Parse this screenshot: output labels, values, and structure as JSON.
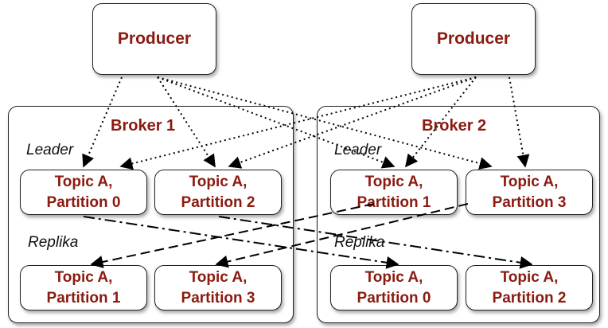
{
  "producers": [
    {
      "label": "Producer"
    },
    {
      "label": "Producer"
    }
  ],
  "brokers": [
    {
      "title": "Broker 1",
      "leader_label": "Leader",
      "replica_label": "Replika",
      "leader_partitions": [
        "Topic A,\nPartition 0",
        "Topic A,\nPartition 2"
      ],
      "replica_partitions": [
        "Topic A,\nPartition 1",
        "Topic A,\nPartition 3"
      ]
    },
    {
      "title": "Broker 2",
      "leader_label": "Leader",
      "replica_label": "Replika",
      "leader_partitions": [
        "Topic A,\nPartition 1",
        "Topic A,\nPartition 3"
      ],
      "replica_partitions": [
        "Topic A,\nPartition 0",
        "Topic A,\nPartition 2"
      ]
    }
  ],
  "producer_writes": [
    {
      "from": "producer-1",
      "to": "Partition 0"
    },
    {
      "from": "producer-1",
      "to": "Partition 2"
    },
    {
      "from": "producer-1",
      "to": "Partition 1"
    },
    {
      "from": "producer-1",
      "to": "Partition 3"
    },
    {
      "from": "producer-2",
      "to": "Partition 0"
    },
    {
      "from": "producer-2",
      "to": "Partition 2"
    },
    {
      "from": "producer-2",
      "to": "Partition 1"
    },
    {
      "from": "producer-2",
      "to": "Partition 3"
    }
  ],
  "replication": [
    {
      "from": "Broker 1 Leader Partition 0",
      "to": "Broker 2 Replika Partition 0",
      "style": "dash-dot"
    },
    {
      "from": "Broker 1 Leader Partition 2",
      "to": "Broker 2 Replika Partition 2",
      "style": "dash-dot"
    },
    {
      "from": "Broker 2 Leader Partition 1",
      "to": "Broker 1 Replika Partition 1",
      "style": "dashed"
    },
    {
      "from": "Broker 2 Leader Partition 3",
      "to": "Broker 1 Replika Partition 3",
      "style": "dashed"
    }
  ]
}
